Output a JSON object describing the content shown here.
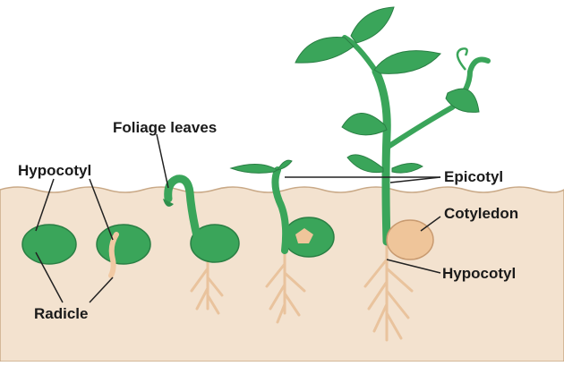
{
  "labels": {
    "foliage_leaves": "Foliage leaves",
    "hypocotyl_left": "Hypocotyl",
    "radicle": "Radicle",
    "epicotyl": "Epicotyl",
    "cotyledon": "Cotyledon",
    "hypocotyl_right": "Hypocotyl"
  },
  "colors": {
    "soil": "#f3e2cf",
    "soil_edge": "#c9a987",
    "plant_green": "#3aa55a",
    "leaf_dark": "#2f8f4c",
    "root": "#f1c9a3",
    "root_edge": "#c89a70",
    "cotyledon_tan": "#efc59a",
    "leader_line": "#222222"
  }
}
